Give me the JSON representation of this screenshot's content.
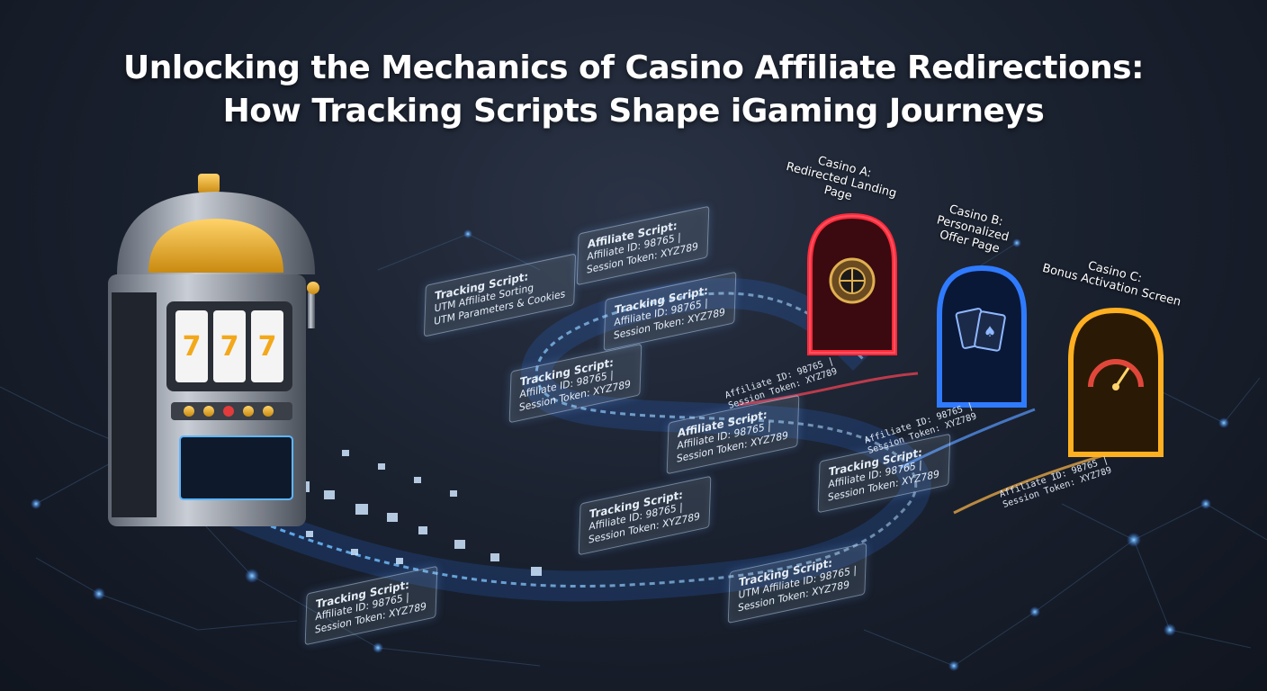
{
  "title": {
    "line1": "Unlocking the Mechanics of Casino Affiliate Redirections:",
    "line2": "How Tracking Scripts Shape iGaming Journeys"
  },
  "casinos": [
    {
      "name": "Casino A:",
      "desc1": "Redirected Landing",
      "desc2": "Page",
      "color": "#ff2a3a"
    },
    {
      "name": "Casino B:",
      "desc1": "Personalized",
      "desc2": "Offer Page",
      "color": "#2f7bff"
    },
    {
      "name": "Casino C:",
      "desc1": "Bonus Activation Screen",
      "desc2": "",
      "color": "#ffb020"
    }
  ],
  "panels": [
    {
      "h": "Tracking Script:",
      "l1": "UTM Affiliate Sorting",
      "l2": "UTM Parameters & Cookies"
    },
    {
      "h": "Affiliate Script:",
      "l1": "Affiliate ID: 98765 |",
      "l2": "Session Token: XYZ789"
    },
    {
      "h": "Tracking Script:",
      "l1": "Affiliate ID: 98765 |",
      "l2": "Session Token: XYZ789"
    },
    {
      "h": "Tracking Script:",
      "l1": "Affiliate ID: 98765 |",
      "l2": "Session Token: XYZ789"
    },
    {
      "h": "Affiliate Script:",
      "l1": "Affiliate ID: 98765 |",
      "l2": "Session Token: XYZ789"
    },
    {
      "h": "Tracking Script:",
      "l1": "Affiliate ID: 98765 |",
      "l2": "Session Token: XYZ789"
    },
    {
      "h": "Tracking Script:",
      "l1": "Affiliate ID: 98765 |",
      "l2": "Session Token: XYZ789"
    },
    {
      "h": "Tracking Script:",
      "l1": "Affiliate ID: 98765 |",
      "l2": "Session Token: XYZ789"
    },
    {
      "h": "Tracking Script:",
      "l1": "UTM Affiliate ID: 98765 |",
      "l2": "Session Token: XYZ789"
    }
  ],
  "path_labels": [
    {
      "l1": "Affiliate ID: 98765 |",
      "l2": "Session Token: XYZ789"
    },
    {
      "l1": "Affiliate ID: 98765 |",
      "l2": "Session Token: XYZ789"
    },
    {
      "l1": "Affiliate ID: 98765 |",
      "l2": "Session Token: XYZ789"
    }
  ],
  "icons": {
    "slot_machine": "slot-machine-icon",
    "roulette": "roulette-icon",
    "cards": "playing-cards-icon",
    "gauge": "bonus-gauge-icon"
  }
}
